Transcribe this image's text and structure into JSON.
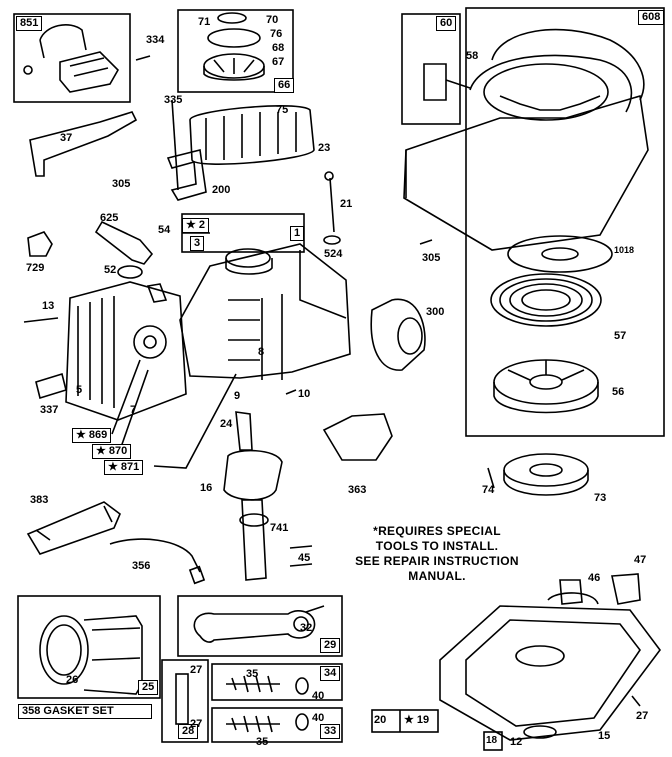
{
  "note": {
    "line1": "*REQUIRES SPECIAL",
    "line2": "TOOLS TO INSTALL.",
    "line3": "SEE REPAIR INSTRUCTION",
    "line4": "MANUAL."
  },
  "kits": {
    "k851": "851",
    "k66": "66",
    "k608": "608",
    "k60": "60",
    "k1": "1",
    "k2": "★ 2",
    "k3": "3",
    "k869": "★ 869",
    "k870": "★ 870",
    "k871": "★ 871",
    "k25": "25",
    "k29": "29",
    "k34": "34",
    "k33": "33",
    "k28": "28",
    "k358": "358 GASKET SET",
    "k20": "20",
    "k19": "★ 19",
    "k18": "18"
  },
  "parts": {
    "p334": "334",
    "p71": "71",
    "p70": "70",
    "p76": "76",
    "p68": "68",
    "p67": "67",
    "p58": "58",
    "p37": "37",
    "p335": "335",
    "p75": "75",
    "p23": "23",
    "p305a": "305",
    "p200": "200",
    "p21": "21",
    "p625": "625",
    "p54": "54",
    "p729": "729",
    "p52": "52",
    "p524": "524",
    "p1018": "1018",
    "p305b": "305",
    "p13": "13",
    "p300": "300",
    "p57": "57",
    "p5": "5",
    "p337": "337",
    "p7": "7",
    "p8": "8",
    "p10": "10",
    "p9": "9",
    "p56": "56",
    "p24": "24",
    "p16": "16",
    "p363": "363",
    "p74": "74",
    "p73": "73",
    "p383": "383",
    "p741": "741",
    "p45": "45",
    "p356": "356",
    "p47": "47",
    "p46": "46",
    "p32": "32",
    "p26": "26",
    "p27a": "27",
    "p27b": "27",
    "p35a": "35",
    "p40a": "40",
    "p35b": "35",
    "p40b": "40",
    "p27c": "27",
    "p12": "12",
    "p15": "15"
  }
}
